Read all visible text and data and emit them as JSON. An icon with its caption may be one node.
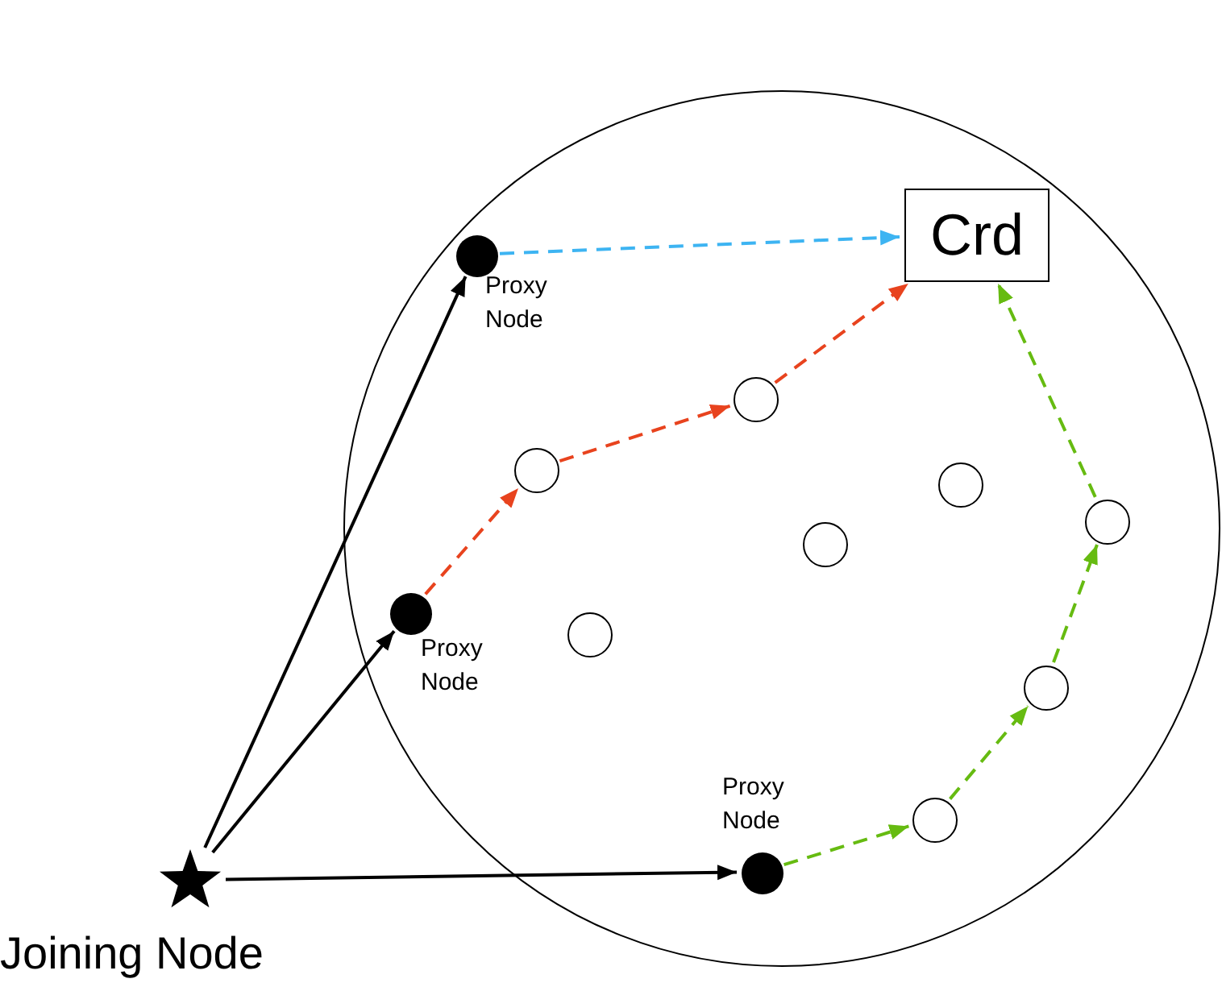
{
  "diagram": {
    "nodes": [
      {
        "text": [],
        "shape": "circle"
      },
      {
        "text": [
          "Crd"
        ],
        "in": 0
      },
      {
        "text": [],
        "shape": "dot",
        "beside": [
          "Proxy Node"
        ],
        "in": 0
      },
      {
        "text": [],
        "shape": "circle",
        "in": 0
      },
      {
        "text": [],
        "shape": "circle",
        "in": 0
      },
      {
        "text": [],
        "shape": "circle",
        "in": 0
      },
      {
        "text": [],
        "shape": "circle",
        "in": 0
      },
      {
        "text": [],
        "shape": "circle",
        "in": 0
      },
      {
        "text": [],
        "shape": "dot",
        "beside": [
          "Proxy Node"
        ],
        "in": 0
      },
      {
        "text": [],
        "shape": "circle",
        "in": 0
      },
      {
        "text": [],
        "shape": "circle",
        "in": 0
      },
      {
        "text": [],
        "shape": "circle",
        "in": 0
      },
      {
        "text": [],
        "shape": "dot",
        "beside": [
          "Proxy Node"
        ],
        "in": 0
      },
      {
        "text": [],
        "shape": "star",
        "beside": [
          "Joining Node"
        ]
      }
    ],
    "edges": [
      {
        "from": 13,
        "to": 2,
        "arrow": "to",
        "color": "#000000"
      },
      {
        "from": 13,
        "to": 8,
        "arrow": "to",
        "color": "#000000"
      },
      {
        "from": 13,
        "to": 12,
        "arrow": "to",
        "color": "#000000"
      },
      {
        "from": 2,
        "to": 1,
        "arrow": "to",
        "style": "dashed",
        "color": "#3db4f2"
      },
      {
        "from": 8,
        "to": 4,
        "arrow": "to",
        "style": "dashed",
        "color": "#e8431e"
      },
      {
        "from": 4,
        "to": 3,
        "arrow": "to",
        "style": "dashed",
        "color": "#e8431e"
      },
      {
        "from": 3,
        "to": 1,
        "arrow": "to",
        "style": "dashed",
        "color": "#e8431e"
      },
      {
        "from": 12,
        "to": 11,
        "arrow": "to",
        "style": "dashed",
        "color": "#66bb11"
      },
      {
        "from": 11,
        "to": 10,
        "arrow": "to",
        "style": "dashed",
        "color": "#66bb11"
      },
      {
        "from": 10,
        "to": 6,
        "arrow": "to",
        "style": "dashed",
        "color": "#66bb11"
      },
      {
        "from": 6,
        "to": 1,
        "arrow": "to",
        "style": "dashed",
        "color": "#66bb11"
      }
    ]
  }
}
